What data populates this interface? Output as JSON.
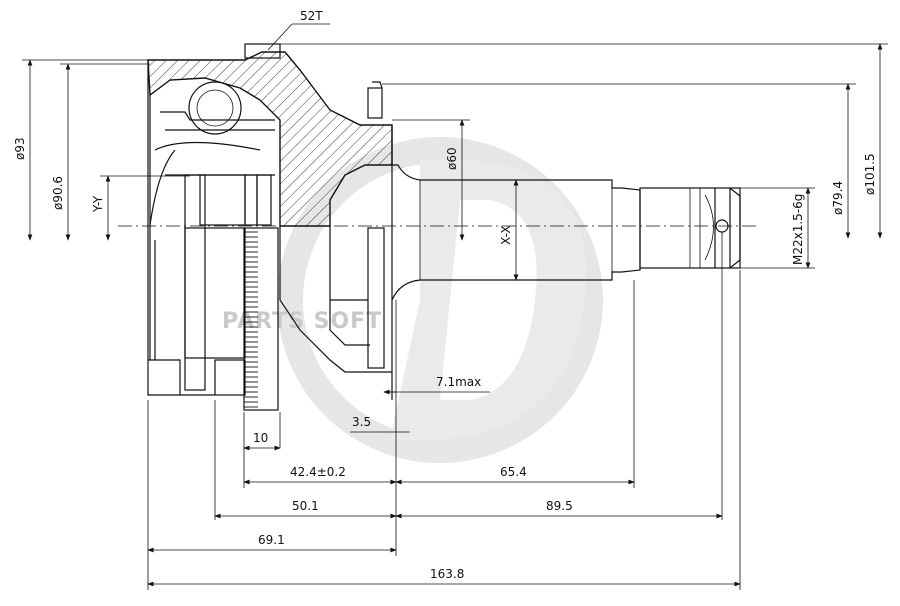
{
  "watermark": {
    "text": "PARTS SOFT",
    "color": "#d6d6d6"
  },
  "labels": {
    "teeth": "52T",
    "axis_y": "Y-Y",
    "axis_x": "X-X",
    "thread": "M22x1.5-6g"
  },
  "dimensions": {
    "d93": "ø93",
    "d90_6": "ø90.6",
    "d60": "ø60",
    "d79_4": "ø79.4",
    "d101_5": "ø101.5",
    "l7_1": "7.1max",
    "l3_5": "3.5",
    "l10": "10",
    "l42_4": "42.4±0.2",
    "l65_4": "65.4",
    "l50_1": "50.1",
    "l89_5": "89.5",
    "l69_1": "69.1",
    "l163_8": "163.8"
  }
}
